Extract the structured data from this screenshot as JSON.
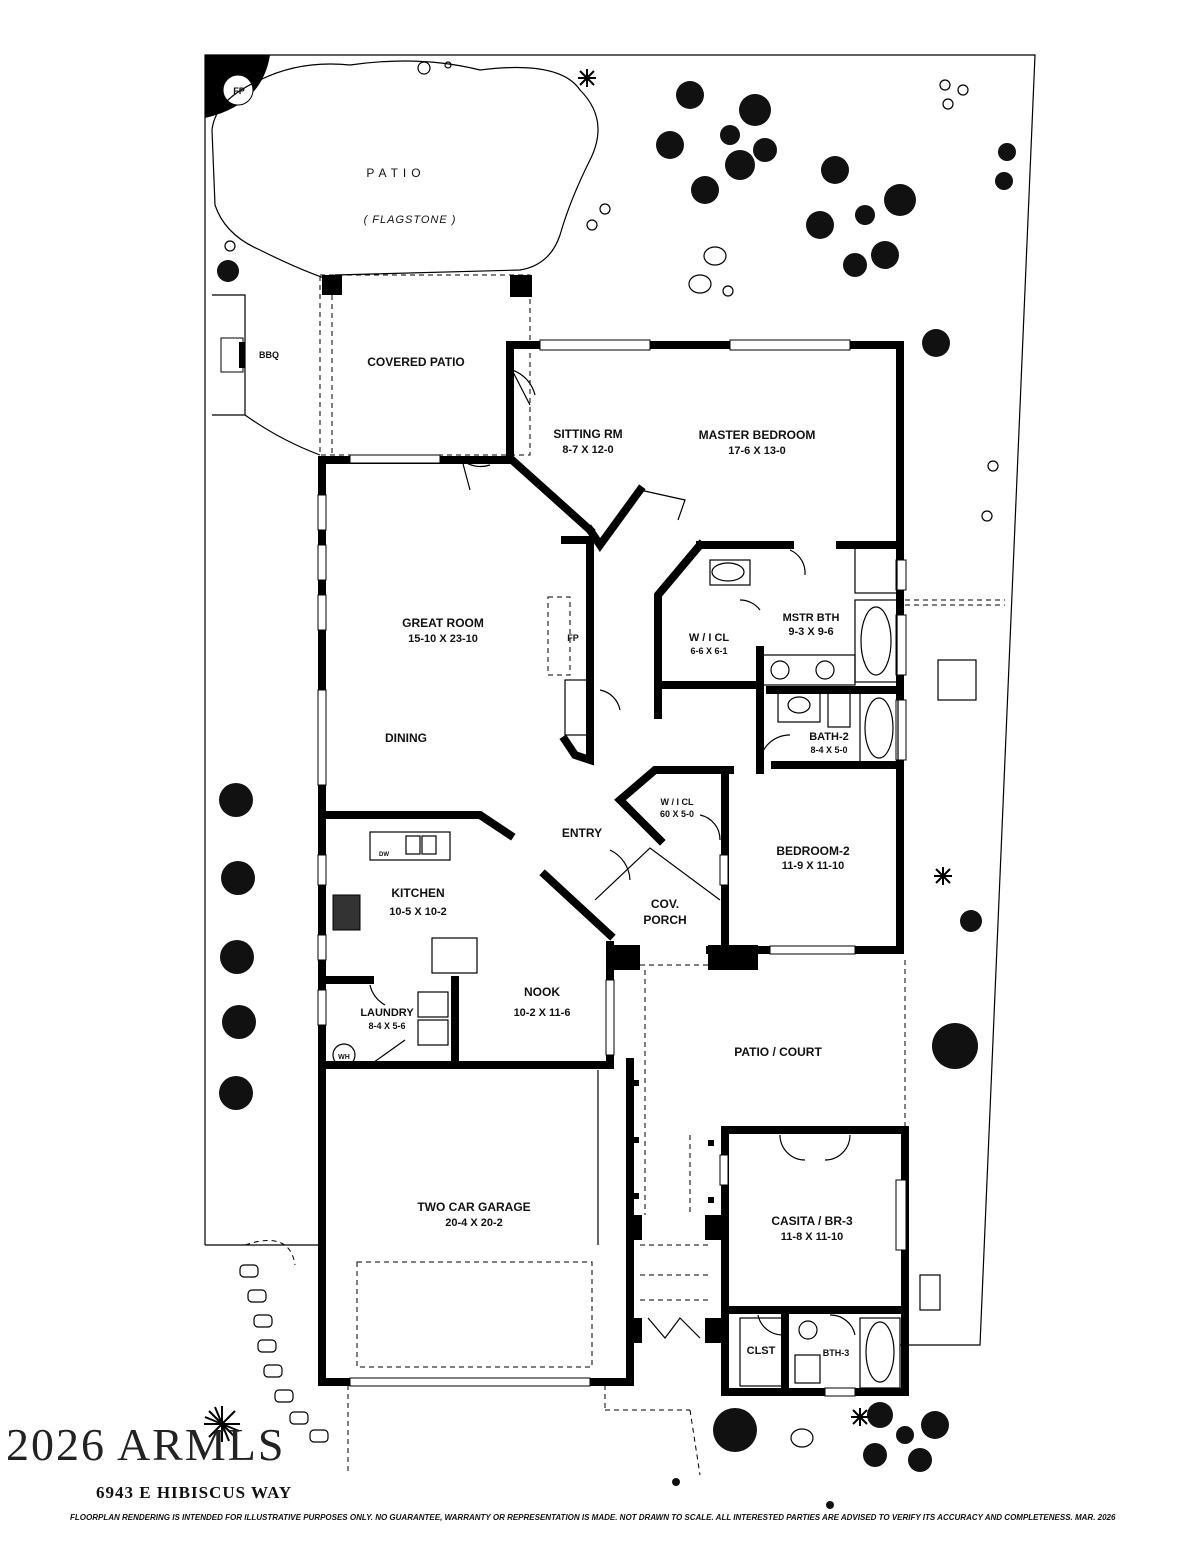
{
  "rooms": {
    "patio": "PATIO",
    "flagstone": "( FLAGSTONE )",
    "fp_patio": "FP",
    "bbq": "BBQ",
    "covered_patio": "COVERED PATIO",
    "sitting_rm": {
      "name": "SITTING RM",
      "dims": "8-7  X  12-0"
    },
    "master_bedroom": {
      "name": "MASTER BEDROOM",
      "dims": "17-6  X  13-0"
    },
    "great_room": {
      "name": "GREAT ROOM",
      "dims": "15-10  X  23-10"
    },
    "fp_great": "FP",
    "wic_master": {
      "name": "W / I  CL",
      "dims": "6-6 X 6-1"
    },
    "mstr_bath": {
      "name": "MSTR BTH",
      "dims": "9-3  X 9-6"
    },
    "dining": "DINING",
    "bath2": {
      "name": "BATH-2",
      "dims": "8-4 X 5-0"
    },
    "wic_bed2": {
      "name": "W / I  CL",
      "dims": "60 X 5-0"
    },
    "entry": "ENTRY",
    "bedroom2": {
      "name": "BEDROOM-2",
      "dims": "11-9  X 11-10"
    },
    "kitchen": {
      "name": "KITCHEN",
      "dims": "10-5  X 10-2"
    },
    "dw": "DW",
    "cov_porch": {
      "line1": "COV.",
      "line2": "PORCH"
    },
    "nook": {
      "name": "NOOK",
      "dims": "10-2  X 11-6"
    },
    "laundry": {
      "name": "LAUNDRY",
      "dims": "8-4  X 5-6"
    },
    "wh": "WH",
    "patio_court": "PATIO / COURT",
    "garage": {
      "name": "TWO CAR GARAGE",
      "dims": "20-4  X  20-2"
    },
    "casita": {
      "name": "CASITA / BR-3",
      "dims": "11-8  X  11-10"
    },
    "clst": "CLST",
    "bth3": "BTH-3"
  },
  "footer": {
    "watermark": "2026 ARMLS",
    "street": "6943 E  HIBISCUS WAY",
    "disclaimer": "FLOORPLAN RENDERING IS INTENDED FOR ILLUSTRATIVE PURPOSES ONLY.  NO GUARANTEE, WARRANTY OR REPRESENTATION IS MADE.  NOT DRAWN TO SCALE.  ALL INTERESTED PARTIES ARE ADVISED TO VERIFY ITS ACCURACY AND COMPLETENESS.  MAR. 2026"
  }
}
